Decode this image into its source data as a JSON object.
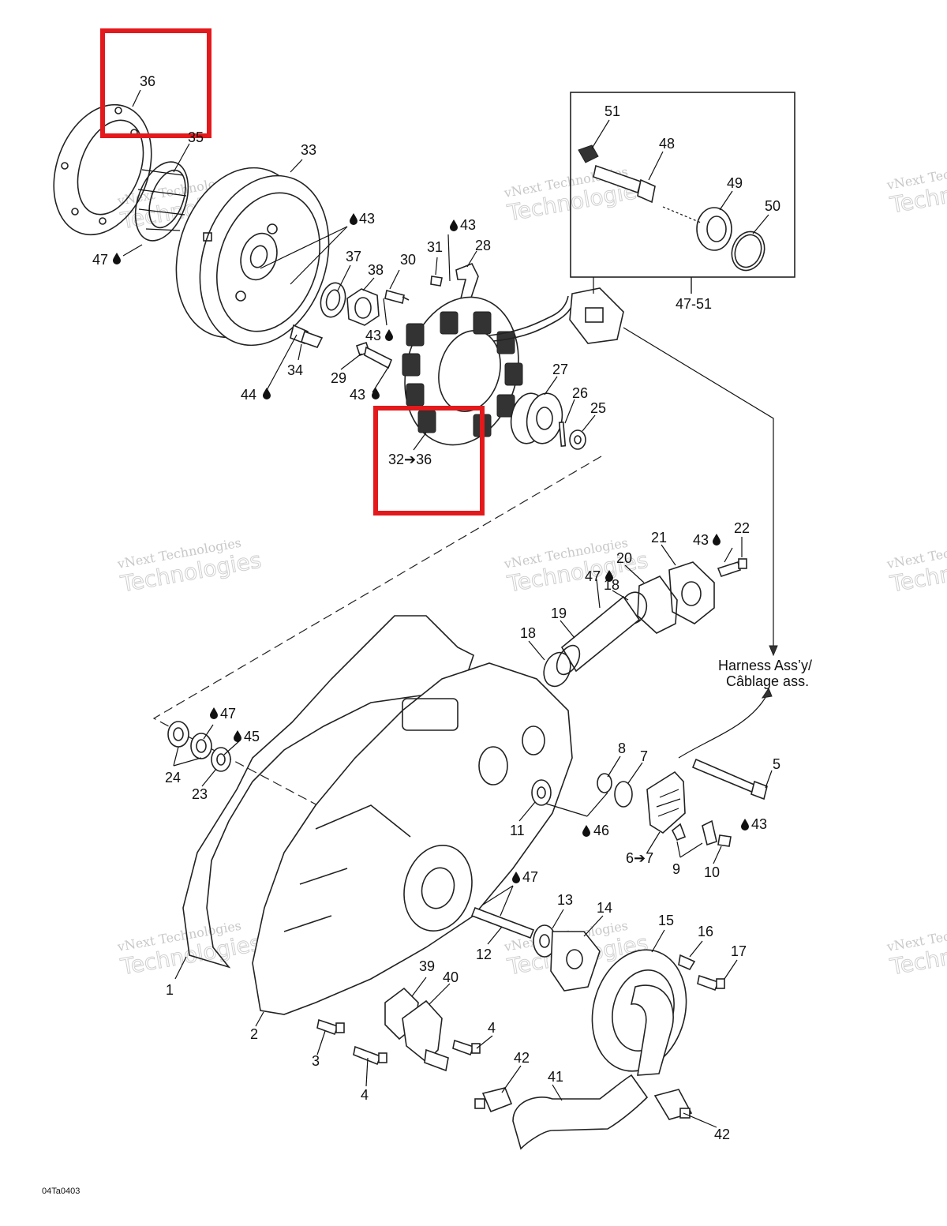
{
  "diagram": {
    "code": "04Ta0403",
    "harness_label_line1": "Harness Ass’y/",
    "harness_label_line2": "Câblage ass.",
    "watermark_line1": "vNext Technologies",
    "watermark_line2": "Technologies",
    "highlight_color": "#e3191c",
    "callouts": {
      "c36": "36",
      "c35": "35",
      "c33": "33",
      "c47a": "47",
      "c43a": "43",
      "c43b": "43",
      "c37": "37",
      "c38": "38",
      "c30": "30",
      "c31": "31",
      "c28": "28",
      "c43c": "43",
      "c34": "34",
      "c44": "44",
      "c29": "29",
      "c43d": "43",
      "c27": "27",
      "c26": "26",
      "c25": "25",
      "c32_36": "32➔36",
      "c51": "51",
      "c48": "48",
      "c49": "49",
      "c50": "50",
      "c47_51": "47-51",
      "c21": "21",
      "c43e": "43",
      "c22": "22",
      "c20": "20",
      "c47b": "47",
      "c18a": "18",
      "c19": "19",
      "c18b": "18",
      "c47c": "47",
      "c45": "45",
      "c24": "24",
      "c23": "23",
      "c8": "8",
      "c7": "7",
      "c5": "5",
      "c11": "11",
      "c46": "46",
      "c43f": "43",
      "c6_7": "6➔7",
      "c9": "9",
      "c10": "10",
      "c47d": "47",
      "c13": "13",
      "c14": "14",
      "c15": "15",
      "c16": "16",
      "c17": "17",
      "c12": "12",
      "c1": "1",
      "c39": "39",
      "c40": "40",
      "c2": "2",
      "c3": "3",
      "c4a": "4",
      "c4b": "4",
      "c42a": "42",
      "c41": "41",
      "c42b": "42"
    }
  }
}
